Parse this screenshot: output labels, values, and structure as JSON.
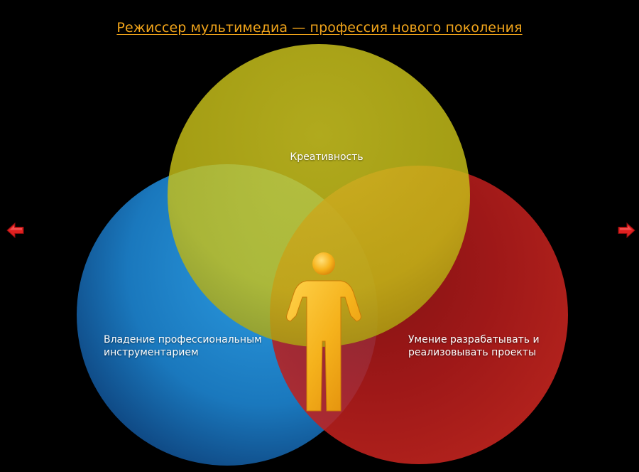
{
  "page": {
    "title": "Режиссер мультимедиа — профессия нового поколения"
  },
  "diagram": {
    "circles": [
      {
        "id": "creativity",
        "label": "Креативность",
        "color": "#c4bd1a"
      },
      {
        "id": "tools",
        "label": "Владение профессиональным инструментарием",
        "color": "#1d7fc2"
      },
      {
        "id": "projects",
        "label": "Умение разрабатывать и реализовывать проекты",
        "color": "#c41b1b"
      }
    ],
    "center_icon": "person-icon"
  },
  "nav": {
    "prev_icon": "arrow-left-icon",
    "next_icon": "arrow-right-icon",
    "arrow_color": "#e02020"
  },
  "colors": {
    "background": "#000000",
    "title": "#f2a51a",
    "figure": "#f5b21c"
  }
}
